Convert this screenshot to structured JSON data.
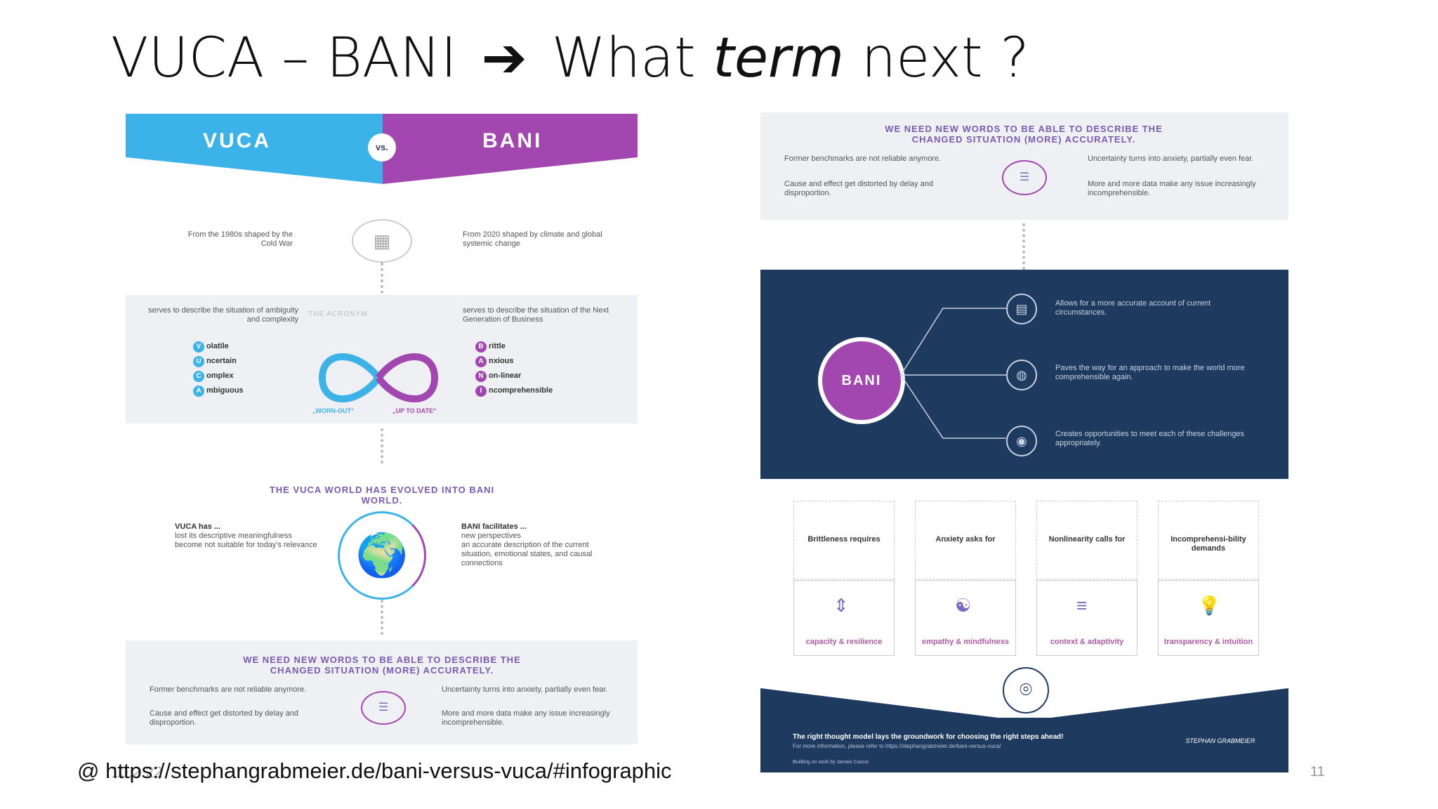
{
  "slide": {
    "title_part1": "VUCA – BANI",
    "title_arrow": "➔",
    "title_part2": "What",
    "title_italic": "term",
    "title_part3": "next ?",
    "footer_url": "@ https://stephangrabmeier.de/bani-versus-vuca/#infographic",
    "footer_date": "10.2.22",
    "page_number": "11"
  },
  "left": {
    "vuca": "VUCA",
    "vs": "vs.",
    "bani": "BANI",
    "vuca_era": "From the 1980s shaped by the Cold War",
    "bani_era": "From 2020 shaped by climate and global systemic change",
    "vuca_acronym_desc": "serves to describe the situation of ambiguity and complexity",
    "acronym_label": "THE ACRONYM",
    "bani_acronym_desc": "serves to describe the situation of the Next Generation of Business",
    "vuca_letters": [
      {
        "l": "V",
        "rest": "olatile"
      },
      {
        "l": "U",
        "rest": "ncertain"
      },
      {
        "l": "C",
        "rest": "omplex"
      },
      {
        "l": "A",
        "rest": "mbiguous"
      }
    ],
    "bani_letters": [
      {
        "l": "B",
        "rest": "rittle"
      },
      {
        "l": "A",
        "rest": "nxious"
      },
      {
        "l": "N",
        "rest": "on-linear"
      },
      {
        "l": "I",
        "rest": "ncomprehensible"
      }
    ],
    "worn_out": "„WORN-OUT“",
    "up_to_date": "„UP TO DATE“",
    "evolved_title": "THE VUCA WORLD HAS EVOLVED INTO BANI WORLD.",
    "vuca_has": "VUCA has ...",
    "vuca_has_items": [
      "lost its descriptive meaningfulness",
      "become not suitable for today's relevance"
    ],
    "bani_facilitates": "BANI facilitates ...",
    "bani_facilitates_items": [
      "new perspectives",
      "an accurate description of the current situation, emotional states, and causal connections"
    ],
    "new_words_title": "WE NEED NEW WORDS TO BE ABLE TO DESCRIBE THE CHANGED SITUATION (MORE) ACCURATELY.",
    "nw_left1": "Former benchmarks are not reliable anymore.",
    "nw_left2": "Cause and effect get distorted by delay and disproportion.",
    "nw_right1": "Uncertainty turns into anxiety, partially even fear.",
    "nw_right2": "More and more data make any issue increasingly incomprehensible."
  },
  "right": {
    "new_words_title": "WE NEED NEW WORDS TO BE ABLE TO DESCRIBE THE CHANGED SITUATION (MORE) ACCURATELY.",
    "nw_left1": "Former benchmarks are not reliable anymore.",
    "nw_left2": "Cause and effect get distorted by delay and disproportion.",
    "nw_right1": "Uncertainty turns into anxiety, partially even fear.",
    "nw_right2": "More and more data make any issue increasingly incomprehensible.",
    "bani": "BANI",
    "benefit1": "Allows for a more accurate account of current circumstances.",
    "benefit2": "Paves the way for an approach to make the world more comprehensible again.",
    "benefit3": "Creates opportunities to meet each of these challenges appropriately.",
    "cards": [
      {
        "head": "Brittleness requires",
        "body": "capacity & resilience"
      },
      {
        "head": "Anxiety asks for",
        "body": "empathy & mindfulness"
      },
      {
        "head": "Nonlinearity calls for",
        "body": "context & adaptivity"
      },
      {
        "head": "Incomprehensi-bility demands",
        "body": "transparency & intuition"
      }
    ],
    "footer_main": "The right thought model lays the groundwork for choosing the right steps ahead!",
    "footer_sub": "For more information, please refer to https://stephangrabmeier.de/bani-versus-vuca/",
    "footer_credit": "Building on work by Jamais Cascio",
    "signature": "STEPHAN GRABMEIER"
  },
  "colors": {
    "vuca_blue": "#3bb3e8",
    "bani_purple": "#a347b0",
    "dark_navy": "#1f3a5f"
  }
}
